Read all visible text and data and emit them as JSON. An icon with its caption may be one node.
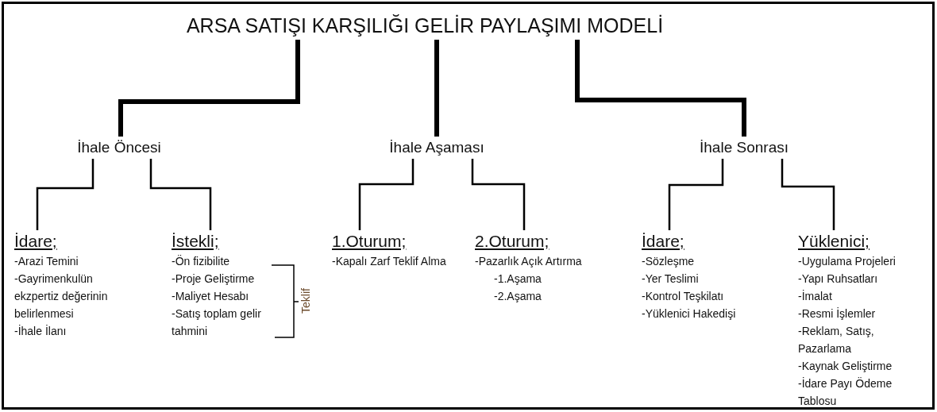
{
  "diagram": {
    "title": "ARSA SATIŞI KARŞILIĞI GELİR PAYLAŞIMI MODELİ",
    "nodes": [
      {
        "text": [
          "İhale Öncesi"
        ]
      },
      {
        "text": [
          "İhale Aşaması"
        ]
      },
      {
        "text": [
          "İhale Sonrası"
        ]
      },
      {
        "text": [
          "İdare;",
          "-Arazi Temini",
          "-Gayrimenkulün ekzpertiz değerinin belirlenmesi",
          "-İhale İlanı"
        ]
      },
      {
        "text": [
          "İstekli;",
          "-Ön fizibilite",
          "-Proje Geliştirme",
          "-Maliyet Hesabı",
          "-Satış toplam gelir tahmini"
        ]
      },
      {
        "text": [
          "1.Oturum;",
          "-Kapalı Zarf Teklif Alma"
        ]
      },
      {
        "text": [
          "2.Oturum;",
          "-Pazarlık Açık Artırma",
          "-1.Aşama",
          "-2.Aşama"
        ]
      },
      {
        "text": [
          "İdare;",
          "-Sözleşme",
          "-Yer Teslimi",
          "-Kontrol Teşkilatı",
          "-Yüklenici Hakedişi"
        ]
      },
      {
        "text": [
          "Yüklenici;",
          "-Uygulama Projeleri",
          "-Yapı Ruhsatları",
          "-İmalat",
          "-Resmi İşlemler",
          "-Reklam, Satış, Pazarlama",
          "-Kaynak Geliştirme",
          "-İdare Payı Ödeme Tablosu"
        ]
      }
    ],
    "edges": [
      {
        "from": null,
        "to": 0,
        "arrow": "none",
        "style": "thick"
      },
      {
        "from": null,
        "to": 1,
        "arrow": "none",
        "style": "thick"
      },
      {
        "from": null,
        "to": 2,
        "arrow": "none",
        "style": "thick"
      },
      {
        "from": 0,
        "to": 3,
        "arrow": "none"
      },
      {
        "from": 0,
        "to": 4,
        "arrow": "none"
      },
      {
        "from": 1,
        "to": 5,
        "arrow": "none"
      },
      {
        "from": 1,
        "to": 6,
        "arrow": "none"
      },
      {
        "from": 2,
        "to": 7,
        "arrow": "none"
      },
      {
        "from": 2,
        "to": 8,
        "arrow": "none"
      }
    ],
    "labels": [
      "Teklif"
    ]
  }
}
